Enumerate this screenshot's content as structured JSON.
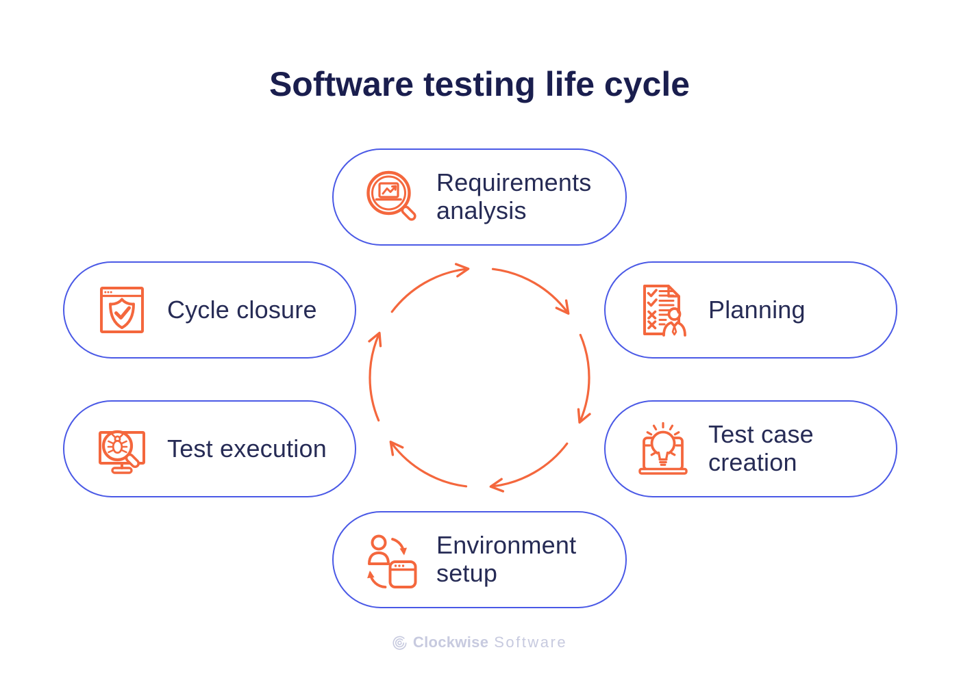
{
  "title": "Software testing life cycle",
  "stages": [
    {
      "label": "Requirements analysis",
      "icon": "magnifier-trend-chart-icon",
      "position": "top"
    },
    {
      "label": "Planning",
      "icon": "checklist-person-icon",
      "position": "right-top"
    },
    {
      "label": "Test case creation",
      "icon": "lightbulb-laptop-icon",
      "position": "right-bottom"
    },
    {
      "label": "Environment setup",
      "icon": "user-app-sync-icon",
      "position": "bottom"
    },
    {
      "label": "Test execution",
      "icon": "bug-magnifier-monitor-icon",
      "position": "left-bottom"
    },
    {
      "label": "Cycle closure",
      "icon": "shield-check-browser-icon",
      "position": "left-top"
    }
  ],
  "cycle": {
    "direction": "clockwise",
    "arrow_count": 6
  },
  "footer": {
    "brand_bold": "Clockwise",
    "brand_light": "Software"
  },
  "colors": {
    "accent_orange": "#F4673D",
    "pill_border_blue": "#4A59E6",
    "title_navy": "#1A1E4E",
    "label_navy": "#262B55",
    "logo_gray": "#C7CADF",
    "background": "#FFFFFF"
  }
}
